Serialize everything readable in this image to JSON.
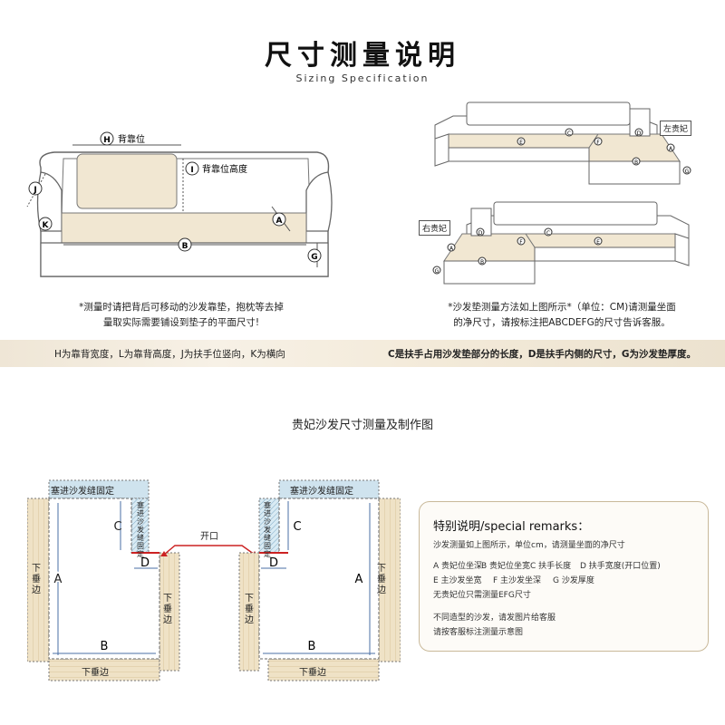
{
  "header": {
    "title": "尺寸测量说明",
    "subtitle": "Sizing Specification"
  },
  "sofa_main": {
    "labels": {
      "H": "H",
      "H_text": "背靠位",
      "I": "I",
      "I_text": "背靠位高度",
      "J": "J",
      "K": "K",
      "A": "A",
      "B": "B",
      "G": "G"
    },
    "note_line1": "*测量时请把背后可移动的沙发靠垫，抱枕等去掉",
    "note_line2": "量取实际需要铺设到垫子的平面尺寸!"
  },
  "sofa_corner": {
    "tag_left": "左贵妃",
    "tag_right": "右贵妃",
    "labels": [
      "E",
      "C",
      "F",
      "D",
      "A",
      "B",
      "G"
    ],
    "note_line1": "*沙发垫测量方法如上图所示*（单位：CM)请测量坐面",
    "note_line2": "的净尺寸，请按标注把ABCDEFG的尺寸告诉客服。"
  },
  "band": {
    "left": "H为靠背宽度，L为靠背高度，J为扶手位竖向，K为横向",
    "right": "C是扶手占用沙发垫部分的长度，D是扶手内侧的尺寸，G为沙发垫厚度。"
  },
  "section2": {
    "title": "贵妃沙发尺寸测量及制作图"
  },
  "making_diagram": {
    "tuck_label": "塞进沙发缝固定",
    "opening_label": "开口",
    "side_label": "下垂边",
    "bottom_label": "下垂边",
    "A": "A",
    "B": "B",
    "C": "C",
    "D": "D"
  },
  "remarks": {
    "title": "特别说明/special remarks：",
    "line1": "沙发测量如上图所示，单位cm，请测量坐面的净尺寸",
    "line2a": "A 贵妃位坐深",
    "line2b": "B 贵妃位坐宽",
    "line2c": "C 扶手长度",
    "line2d": "D 扶手宽度(开口位置)",
    "line3a": "E 主沙发坐宽",
    "line3b": "F 主沙发坐深",
    "line3c": "G 沙发厚度",
    "line4": "无贵妃位只需测量EFG尺寸",
    "line5": "不同造型的沙发，请发图片给客服",
    "line6": "请按客服标注测量示意图"
  },
  "colors": {
    "cushion": "#f1e7d2",
    "line": "#555555",
    "measure": "#4a6fa5",
    "tuck": "#cfe3ee",
    "fringe": "#e9d9b8",
    "opening": "#cc2222"
  }
}
